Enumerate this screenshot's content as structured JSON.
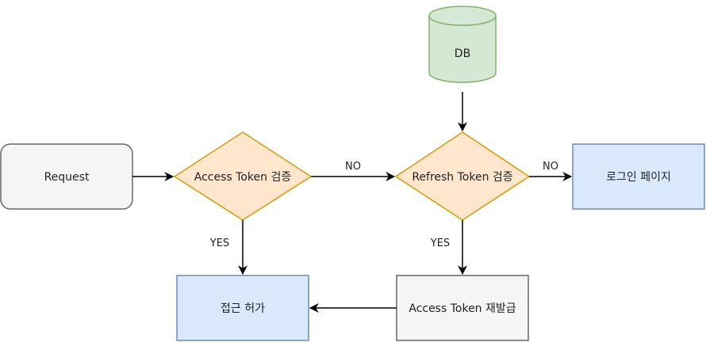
{
  "nodes": {
    "db": {
      "label": "DB"
    },
    "request": {
      "label": "Request"
    },
    "access_check": {
      "label": "Access Token 검증"
    },
    "refresh_check": {
      "label": "Refresh Token 검증"
    },
    "login_page": {
      "label": "로그인 페이지"
    },
    "access_granted": {
      "label": "접근 허가"
    },
    "access_reissue": {
      "label": "Access Token 재발급"
    }
  },
  "edges": {
    "access_no": "NO",
    "access_yes": "YES",
    "refresh_no": "NO",
    "refresh_yes": "YES"
  },
  "colors": {
    "db_fill": "#d5e8d4",
    "db_stroke": "#82b366",
    "decision_fill": "#ffe6cc",
    "decision_stroke": "#d79b00",
    "blue_fill": "#dae8fc",
    "blue_stroke": "#6c8ebf",
    "gray_fill": "#f5f5f5",
    "gray_stroke": "#666666",
    "edge": "#000000"
  }
}
